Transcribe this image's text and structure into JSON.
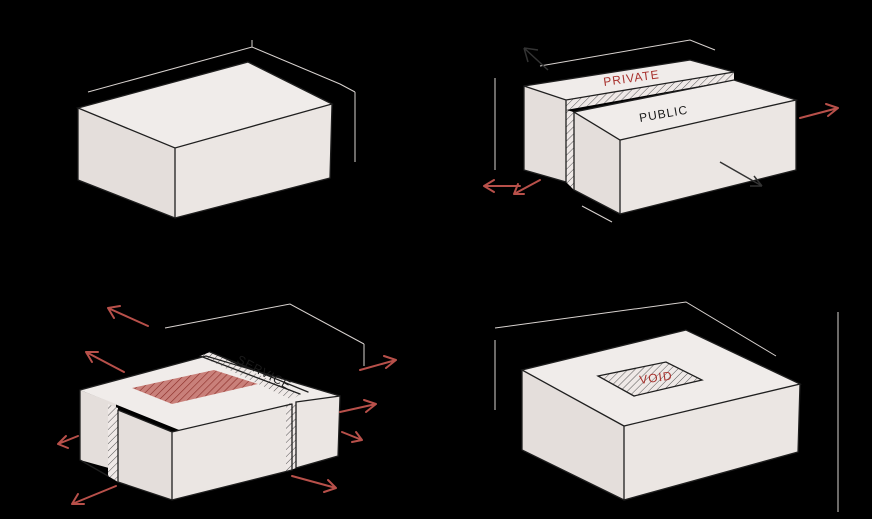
{
  "labels": {
    "private": "PRIVATE",
    "public": "PUBLIC",
    "service": "SERVICE",
    "void": "VOID"
  },
  "colors": {
    "background": "#000000",
    "block_face": "#ebe6e3",
    "accent_red": "#a8322e",
    "line": "#1f1f1f"
  }
}
